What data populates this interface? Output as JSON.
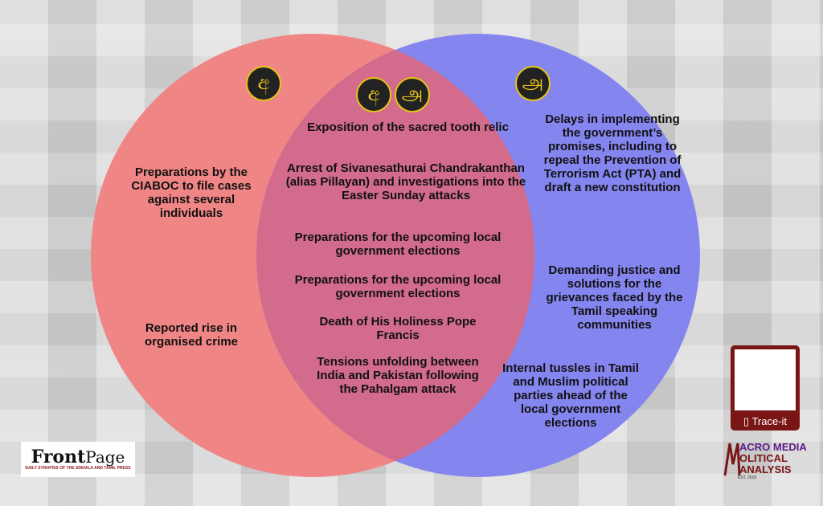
{
  "colors": {
    "left_circle": "#f08585",
    "right_circle": "#8585f0",
    "overlap": "#d26b8c",
    "badge_bg": "#222222",
    "badge_accent": "#f2cf1c"
  },
  "badges": {
    "left": "අ",
    "center_left": "අ",
    "center_right": "அ",
    "right": "அ"
  },
  "left_items": [
    "Preparations by the CIABOC to file cases against several individuals",
    "Reported rise in organised crime"
  ],
  "center_items": [
    "Exposition of the sacred tooth relic",
    "Arrest of Sivanesathurai Chandrakanthan (alias Pillayan) and investigations into the Easter Sunday attacks",
    "Preparations for the upcoming local government elections",
    "Preparations for the upcoming local government elections",
    "Death of His Holiness Pope Francis",
    "Tensions unfolding between India and Pakistan following the Pahalgam attack"
  ],
  "right_items": [
    "Delays in implementing the government’s promises, including to repeal the Prevention of Terrorism Act (PTA) and draft a new constitution",
    "Demanding justice and solutions for the grievances faced by the Tamil speaking communities",
    "Internal tussles in Tamil and Muslim political parties ahead of the local government elections"
  ],
  "logos": {
    "frontpage_title": "Front",
    "frontpage_title2": "Page",
    "frontpage_sub": "DAILY SYNOPSIS OF THE SINHALA AND TAMIL PRESS",
    "qr_label": "Trace-it",
    "macro_line1": "ACRO MEDIA",
    "macro_line2": "OLITICAL",
    "macro_line3": "ANALYSIS",
    "macro_est": "EST. 2018"
  }
}
